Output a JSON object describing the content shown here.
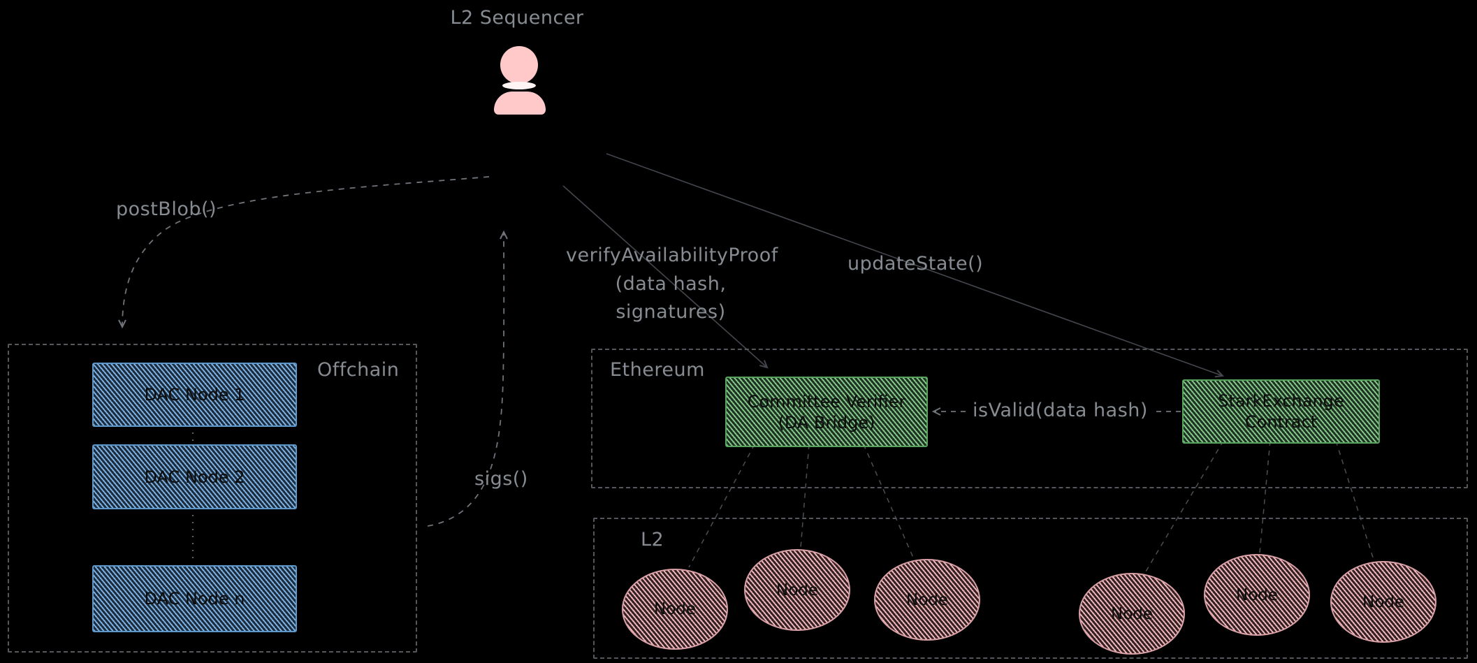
{
  "sequencer": {
    "label": "L2 Sequencer"
  },
  "arrows": {
    "post_blob": "postBlob()",
    "sigs": "sigs()",
    "verify_line1": "verifyAvailabilityProof",
    "verify_line2": "(data hash,",
    "verify_line3": "signatures)",
    "update_state": "updateState()",
    "is_valid": "isValid(data hash)"
  },
  "offchain": {
    "label": "Offchain",
    "nodes": [
      "DAC Node 1",
      "DAC Node 2",
      "DAC Node n"
    ]
  },
  "ethereum": {
    "label": "Ethereum",
    "verifier": {
      "line1": "Committee Verifier",
      "line2": "(DA Bridge)"
    },
    "contract": {
      "line1": "StarkExchange",
      "line2": "Contract"
    }
  },
  "l2": {
    "label": "L2",
    "nodes": [
      "Node",
      "Node",
      "Node",
      "Node",
      "Node",
      "Node"
    ]
  },
  "colors": {
    "background": "#000000",
    "label_text": "#878c92",
    "blue_stroke": "#5e97c9",
    "green_stroke": "#58a35e",
    "pink_fill": "#ffc9c9",
    "pink_stroke": "#d9a0a6",
    "connector_gray": "#6f747b",
    "connector_dark": "#43474d"
  }
}
